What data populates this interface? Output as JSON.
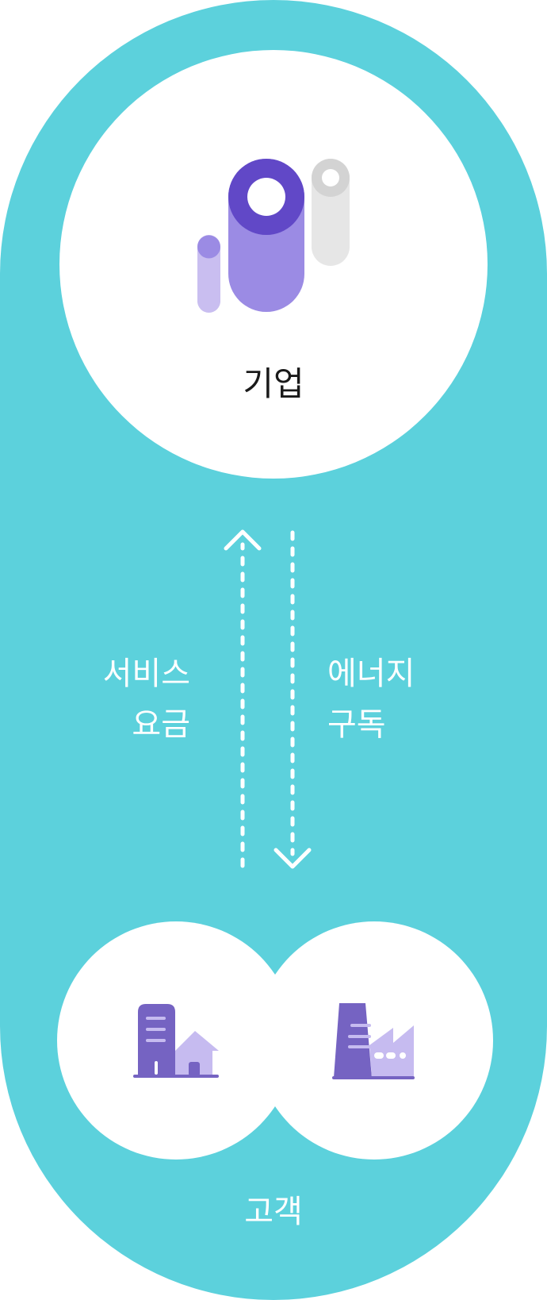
{
  "diagram": {
    "top_node": {
      "label": "기업",
      "icon": "company-cylinders-icon"
    },
    "left_flow": {
      "line1": "서비스",
      "line2": "요금",
      "direction": "up"
    },
    "right_flow": {
      "line1": "에너지",
      "line2": "구독",
      "direction": "down"
    },
    "bottom_node": {
      "label": "고객",
      "icons": [
        "residential-building-icon",
        "factory-icon"
      ]
    }
  },
  "colors": {
    "background_capsule": "#5CD1DC",
    "circle_fill": "#FFFFFF",
    "purple_dark": "#6148C7",
    "purple_mid": "#9B8BE4",
    "purple_light": "#C9BEF0",
    "gray_light": "#E6E6E6",
    "gray_mid": "#D3D3D3",
    "building_purple": "#7563C2",
    "building_lavender": "#C6BBF0"
  }
}
